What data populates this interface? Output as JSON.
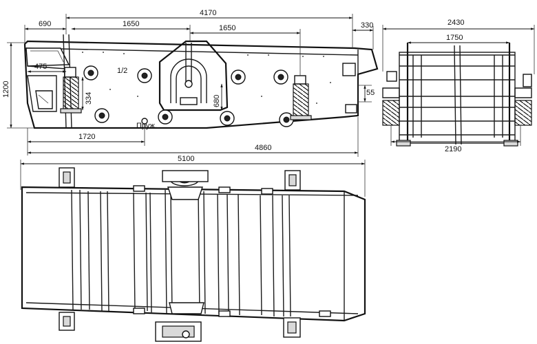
{
  "dimensions": {
    "overall_top": "4170",
    "left_offset": "690",
    "spring_span_1": "1650",
    "spring_span_2": "1650",
    "right_offset": "330",
    "height": "1200",
    "inner_left": "475",
    "spring_h": "334",
    "drive_h": "680",
    "right_small": "55",
    "base_left": "1720",
    "length": "4860",
    "plan_length": "5100",
    "side_width": "2430",
    "side_inner": "1750",
    "side_base": "2190"
  },
  "annotations": {
    "spring_label": "Пруж.",
    "drive_label": "1/2"
  }
}
